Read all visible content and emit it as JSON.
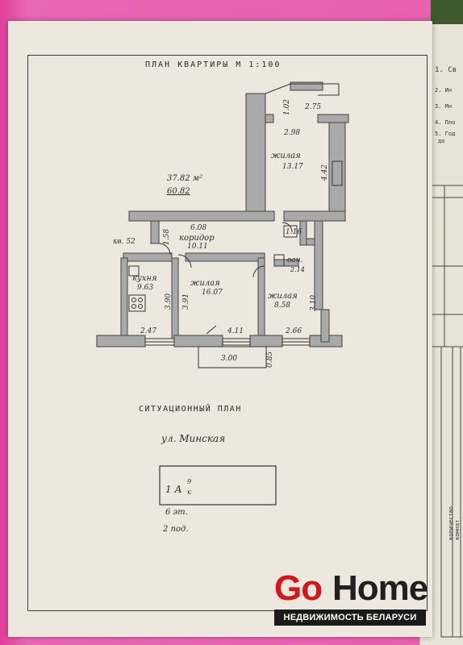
{
  "plan_title": "ПЛАН КВАРТИРЫ М 1:100",
  "area_total": "37.82 м²",
  "area_living": "60.82",
  "flat_number": "кв. 52",
  "rooms": [
    {
      "name": "жилая",
      "area": "13.17"
    },
    {
      "name": "коридор",
      "area": "10.11"
    },
    {
      "name": "кухня",
      "area": "9.63"
    },
    {
      "name": "жилая",
      "area": "16.07"
    },
    {
      "name": "жилая",
      "area": "8.58"
    },
    {
      "name": "ван.",
      "area": "2.14"
    }
  ],
  "dims": {
    "d275": "2.75",
    "d298": "2.98",
    "d442": "4.42",
    "d608": "6.08",
    "d158": "1.58",
    "d116": "1.16",
    "d390": "3.90",
    "d391": "3.91",
    "d310": "3.10",
    "d247": "2.47",
    "d411": "4.11",
    "d266": "2.66",
    "d300": "3.00",
    "d085": "0.85",
    "d102": "1.02"
  },
  "site_title": "СИТУАЦИОННЫЙ ПЛАН",
  "street": "ул. Минская",
  "building_label": "1 А",
  "building_frac_top": "9",
  "building_frac_bottom": "к",
  "floors": "6 эт.",
  "entrances": "2 под.",
  "side_notes": [
    "1. Св",
    "2. Ин",
    "3. Мн",
    "4. Пло",
    "5. Год",
    "до"
  ],
  "side_table_header": "количество комнат",
  "logo": {
    "part1": "Go",
    "part2": "Home",
    "tagline": "НЕДВИЖИМОСТЬ БЕЛАРУСИ"
  }
}
